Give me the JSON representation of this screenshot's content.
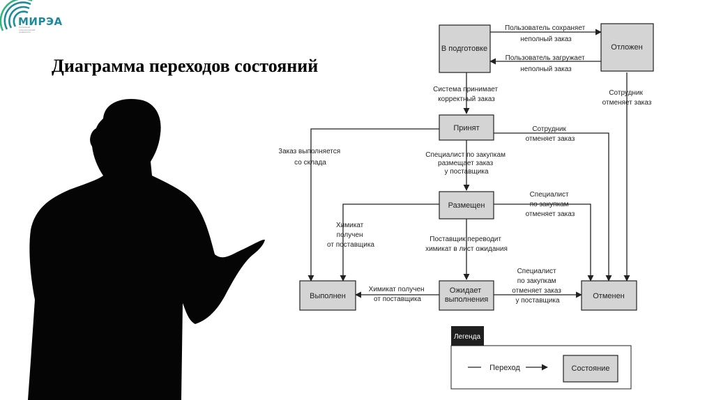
{
  "logo": {
    "name": "МИРЭА",
    "subtitle": "Российский технологический университет"
  },
  "slide": {
    "title": "Диаграмма переходов состояний"
  },
  "diagram": {
    "states": {
      "prep": "В подготовке",
      "postponed": "Отложен",
      "accepted": "Принят",
      "placed": "Размещен",
      "awaiting": [
        "Ожидает",
        "выполнения"
      ],
      "done": "Выполнен",
      "cancelled": "Отменен"
    },
    "transitions": {
      "save": [
        "Пользователь сохраняет",
        "неполный заказ"
      ],
      "load": [
        "Пользователь загружает",
        "неполный заказ"
      ],
      "accept": [
        "Система принимает",
        "корректный заказ"
      ],
      "emp_cancel_postponed": [
        "Сотрудник",
        "отменяет заказ"
      ],
      "emp_cancel_accepted": [
        "Сотрудник",
        "отменяет заказ"
      ],
      "from_stock": [
        "Заказ выполняется",
        "со склада"
      ],
      "place": [
        "Специалист по закупкам",
        "размещает заказ",
        "у поставщика"
      ],
      "spec_cancel_placed": [
        "Специалист",
        "по закупкам",
        "отменяет заказ"
      ],
      "chem_received_placed": [
        "Химикат",
        "получен",
        "от поставщика"
      ],
      "backorder": [
        "Поставщик переводит",
        "химикат в лист ожидания"
      ],
      "chem_received_awaiting": [
        "Химикат получен",
        "от поставщика"
      ],
      "spec_cancel_awaiting": [
        "Специалист",
        "по закупкам",
        "отменяет заказ",
        "у поставщика"
      ]
    },
    "legend": {
      "title": "Легенда",
      "transition": "Переход",
      "state": "Состояние"
    }
  }
}
